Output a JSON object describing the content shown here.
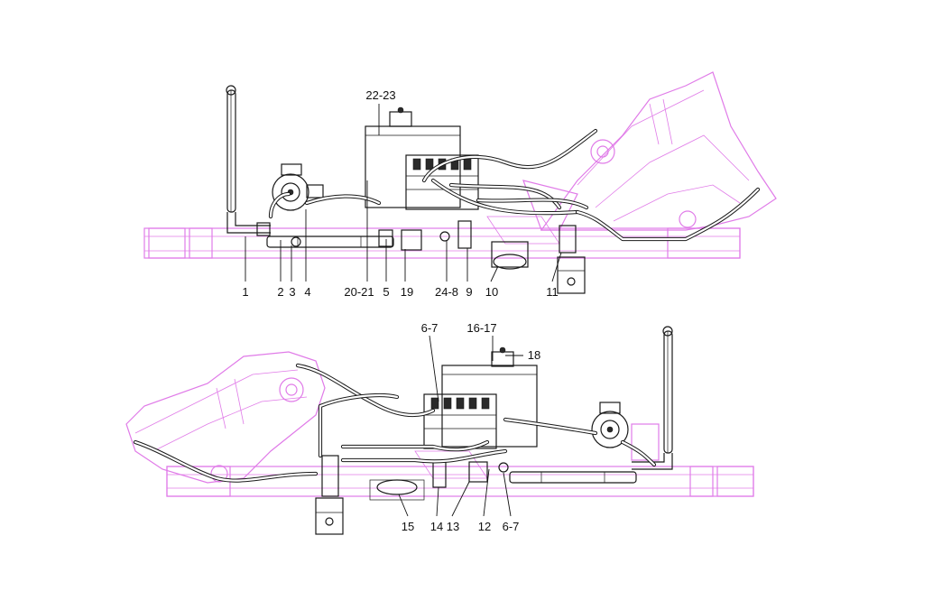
{
  "top_view": {
    "callouts": [
      "1",
      "2",
      "3",
      "4",
      "20-21",
      "5",
      "19",
      "24-8",
      "9",
      "10",
      "11",
      "22-23"
    ]
  },
  "bottom_view": {
    "callouts": [
      "6-7",
      "16-17",
      "18",
      "15",
      "14",
      "13",
      "12",
      "6-7"
    ]
  },
  "colors": {
    "frame": "#e07be8",
    "hydraulics": "#1a1a1a",
    "background": "#ffffff"
  }
}
